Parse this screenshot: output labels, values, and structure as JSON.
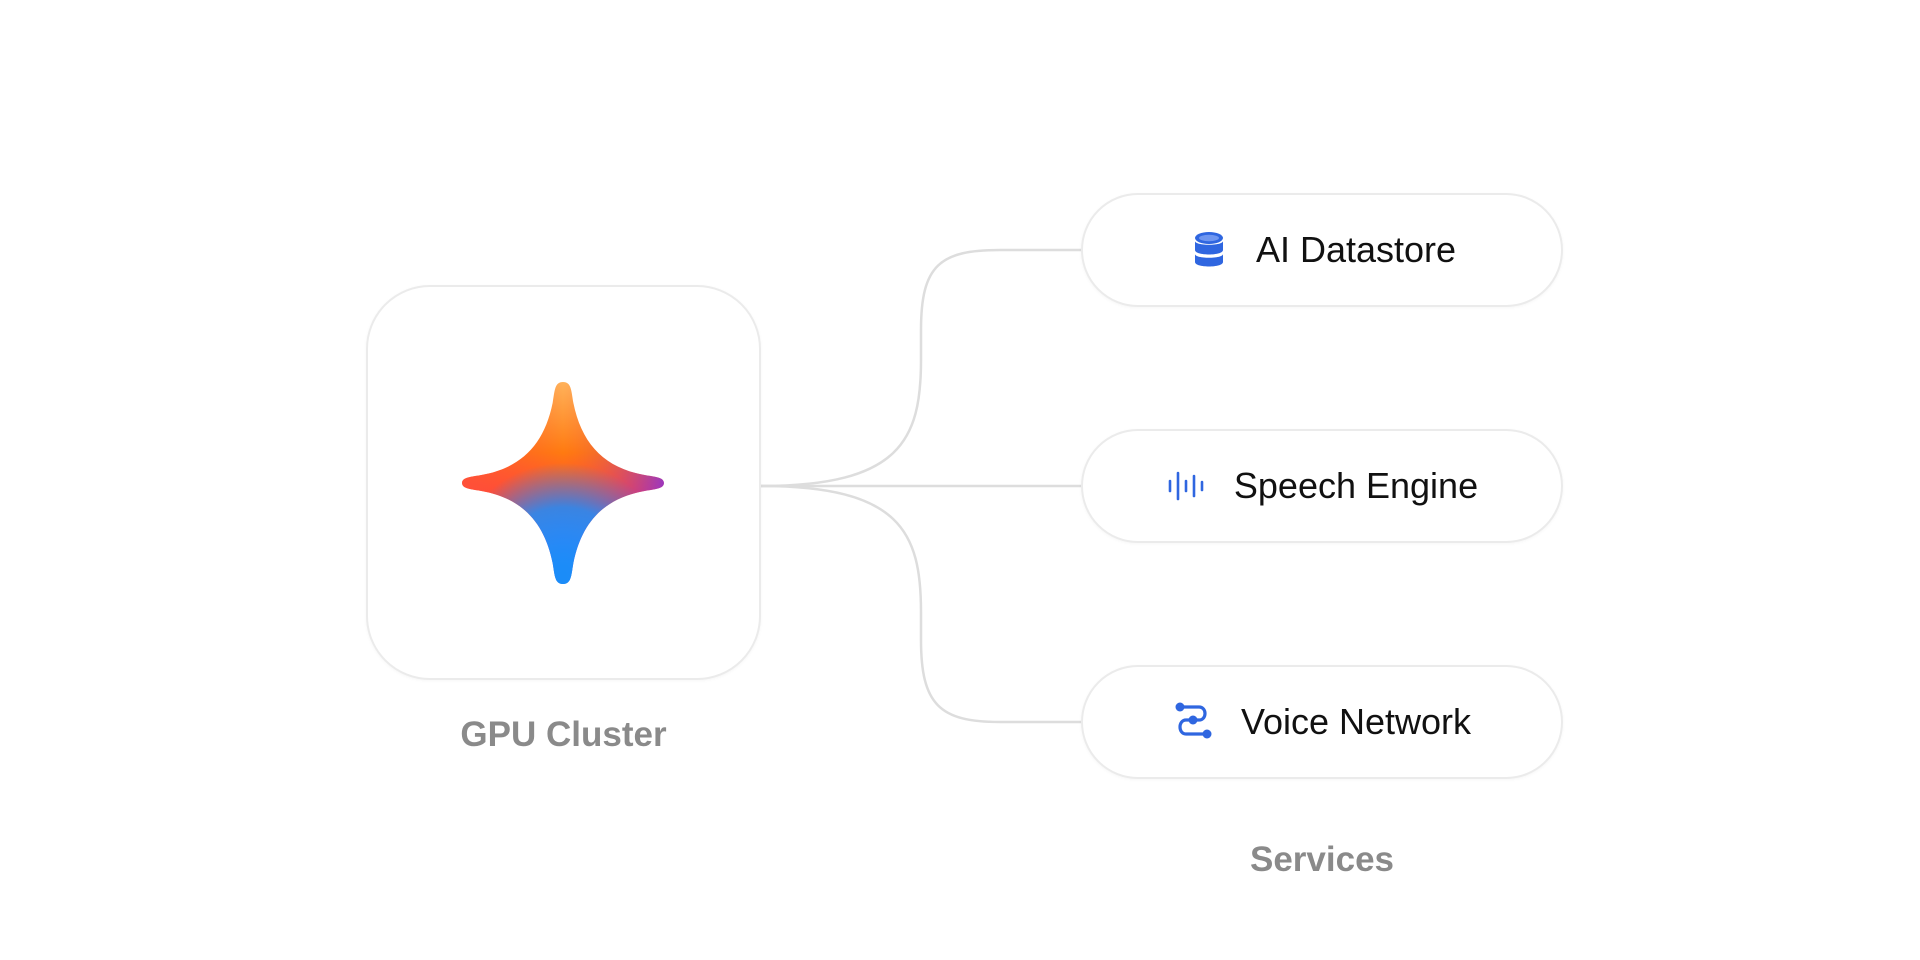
{
  "hub": {
    "label": "GPU Cluster",
    "icon": "sparkle-logo-icon"
  },
  "services": {
    "caption": "Services",
    "items": [
      {
        "label": "AI Datastore",
        "icon": "database-icon"
      },
      {
        "label": "Speech Engine",
        "icon": "audio-waveform-icon"
      },
      {
        "label": "Voice Network",
        "icon": "network-route-icon"
      }
    ]
  },
  "colors": {
    "icon_accent": "#2f66e0",
    "caption_text": "#8a8a8a",
    "card_border": "#ebebeb",
    "connector": "#dcdcdc"
  }
}
